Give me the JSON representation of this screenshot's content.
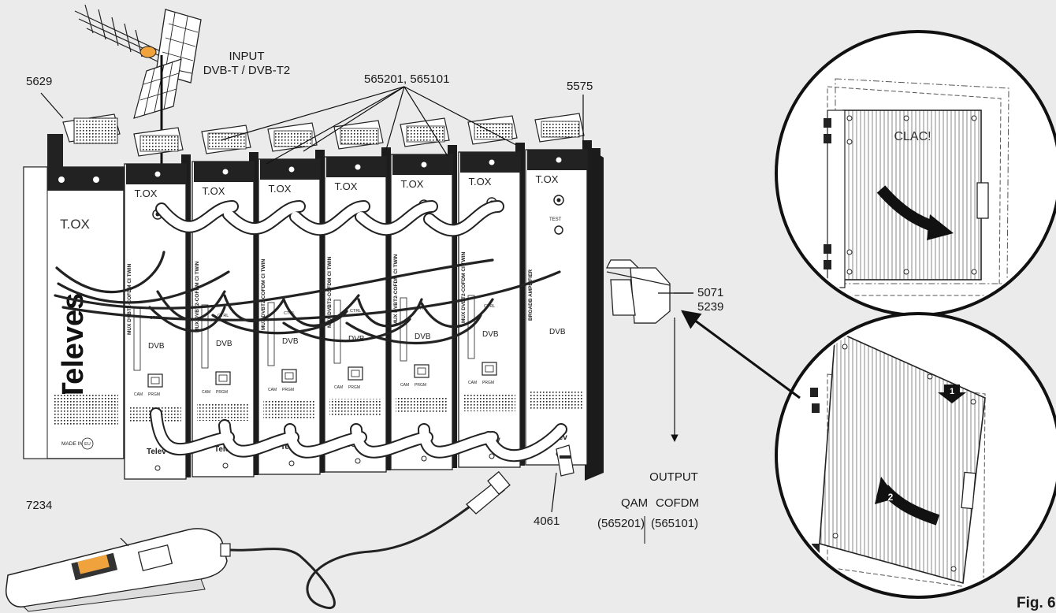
{
  "labels": {
    "p5629": "5629",
    "input_line1": "INPUT",
    "input_line2": "DVB-T / DVB-T2",
    "modules": "565201, 565101",
    "p5575": "5575",
    "p5071": "5071",
    "p5239": "5239",
    "output": "OUTPUT",
    "qam": "QAM",
    "qam_code": "(565201)",
    "cofdm": "COFDM",
    "cofdm_code": "(565101)",
    "p4061": "4061",
    "p7234": "7234",
    "clac": "CLAC!",
    "step1": "1",
    "step2": "2",
    "fig": "Fig. 6"
  },
  "module_text": {
    "brand": "T.OX",
    "televes": "Televes",
    "made_in": "MADE IN",
    "eu": "EU",
    "dvb": "DVB",
    "cam": "CAM",
    "prgm": "PRGM",
    "ctrl": "CTRL",
    "test": "TEST",
    "mux_name": "MUX DVBT2-COFDM CI TWIN",
    "amp_name": "BROADB AMPLIFIER"
  },
  "colors": {
    "background": "#ebebeb",
    "ink": "#1a1a1a",
    "panel": "#ffffff",
    "module_dark": "#222222",
    "cable": "#2a2a2a",
    "accent_orange": "#f0a23c"
  }
}
